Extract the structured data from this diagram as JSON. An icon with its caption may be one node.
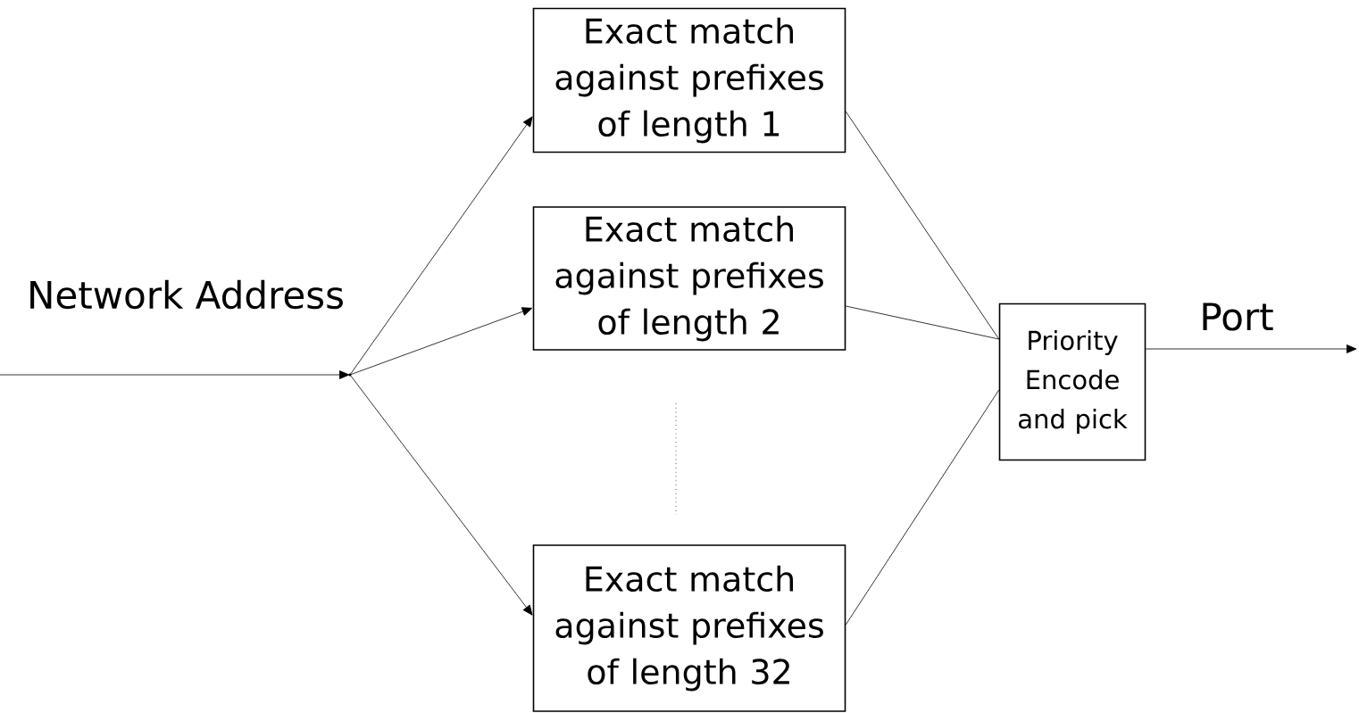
{
  "diagram": {
    "nodes": [
      {
        "text": [
          "Exact match against prefixes of length 1"
        ]
      },
      {
        "text": [
          "Exact match against prefixes of length 2"
        ]
      },
      {
        "text": [
          "Exact match against prefixes of length 32"
        ]
      },
      {
        "text": [
          "Priority Encode and pick"
        ]
      },
      {
        "text": [],
        "shape": "point"
      }
    ],
    "edges": [
      {
        "from": null,
        "to": 4,
        "arrow": "to",
        "label": "Network Address"
      },
      {
        "from": 4,
        "to": 0,
        "arrow": "to"
      },
      {
        "from": 4,
        "to": 1,
        "arrow": "to"
      },
      {
        "from": 4,
        "to": 2,
        "arrow": "to"
      },
      {
        "from": 0,
        "to": 3,
        "arrow": "none"
      },
      {
        "from": 1,
        "to": 3,
        "arrow": "none"
      },
      {
        "from": 2,
        "to": 3,
        "arrow": "none"
      },
      {
        "from": 3,
        "to": null,
        "arrow": "to",
        "label": "Port"
      }
    ]
  }
}
